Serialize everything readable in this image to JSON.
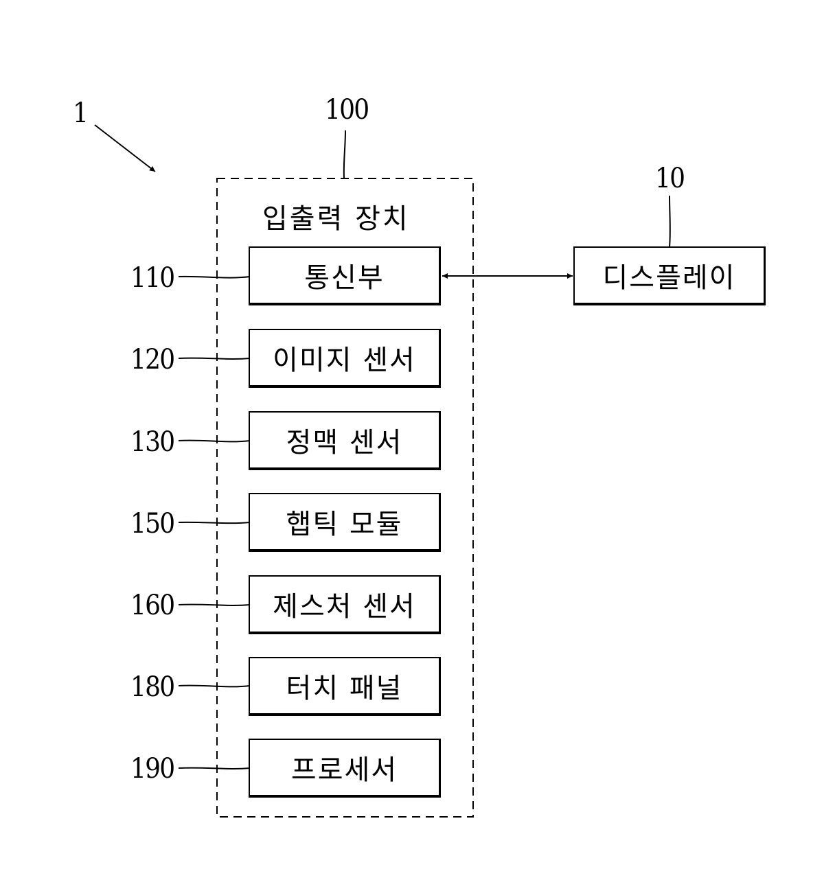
{
  "system_ref": "1",
  "io_device": {
    "ref": "100",
    "title": "입출력 장치",
    "components": [
      {
        "ref": "110",
        "label": "통신부"
      },
      {
        "ref": "120",
        "label": "이미지 센서"
      },
      {
        "ref": "130",
        "label": "정맥 센서"
      },
      {
        "ref": "150",
        "label": "햅틱 모듈"
      },
      {
        "ref": "160",
        "label": "제스처 센서"
      },
      {
        "ref": "180",
        "label": "터치 패널"
      },
      {
        "ref": "190",
        "label": "프로세서"
      }
    ]
  },
  "display": {
    "ref": "10",
    "label": "디스플레이"
  }
}
